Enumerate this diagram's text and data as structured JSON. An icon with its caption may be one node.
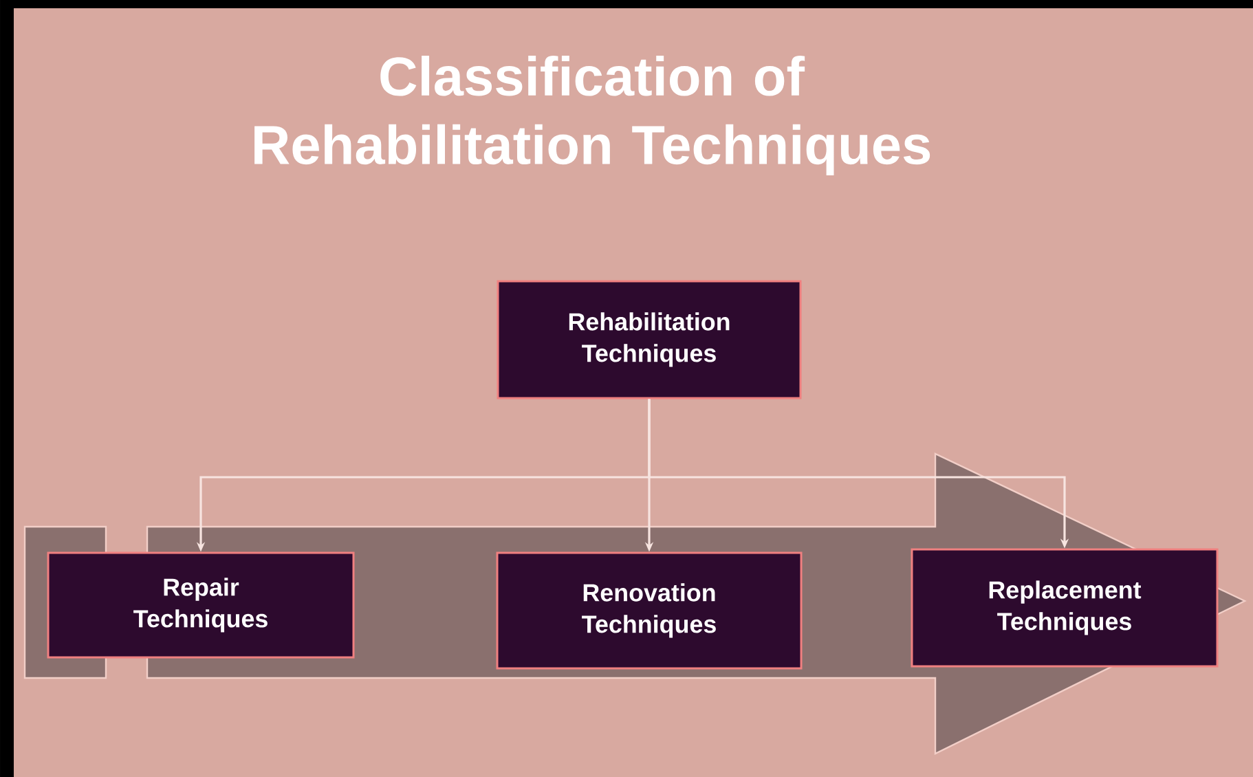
{
  "diagram": {
    "title": "Classification of Rehabilitation Techniques",
    "nodes": [
      {
        "text": [
          "Rehabilitation Techniques"
        ]
      },
      {
        "text": [
          "Repair Techniques"
        ]
      },
      {
        "text": [
          "Renovation Techniques"
        ]
      },
      {
        "text": [
          "Replacement Techniques"
        ]
      },
      {
        "text": [],
        "shape": "box"
      }
    ],
    "edges": [
      {
        "from": 0,
        "to": 1,
        "arrow": "to"
      },
      {
        "from": 0,
        "to": 2,
        "arrow": "to"
      },
      {
        "from": 0,
        "to": 3,
        "arrow": "to"
      },
      {
        "from": 1,
        "to": 3,
        "arrow": "to",
        "style": "thick"
      }
    ]
  }
}
